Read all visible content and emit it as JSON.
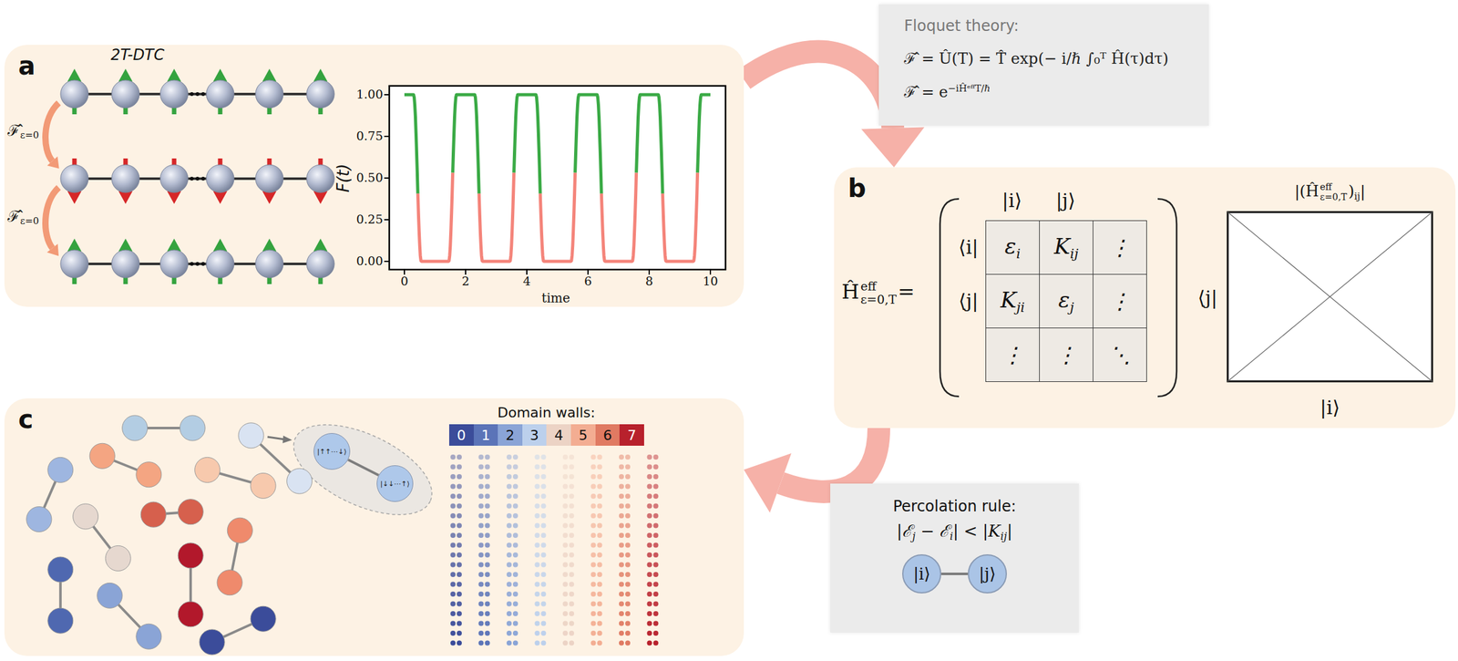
{
  "diagram": {
    "nodes": [
      {
        "text": [
          "a"
        ]
      },
      {
        "text": [
          "Floquet theory:",
          "ℱ̂ = Û(T) = T̂ exp(− i/ℏ ∫₀ᵀ Ĥ(τ)dτ)",
          "ℱ̂ = e",
          "−iĤᵉᶠᶠT/ℏ"
        ]
      },
      {
        "text": [
          "b"
        ]
      },
      {
        "text": [
          "ε",
          "i"
        ],
        "in": 2
      },
      {
        "text": [
          "K",
          "ij"
        ],
        "in": 2
      },
      {
        "text": [
          "⋮"
        ],
        "in": 2
      },
      {
        "text": [
          "K",
          "ji"
        ],
        "in": 2
      },
      {
        "text": [
          "ε",
          "j"
        ],
        "in": 2
      },
      {
        "text": [
          "⋮"
        ],
        "in": 2
      },
      {
        "text": [
          "⋮"
        ],
        "in": 2
      },
      {
        "text": [
          "⋮"
        ],
        "in": 2
      },
      {
        "text": [
          "⋱"
        ],
        "in": 2
      },
      {
        "text": [
          "c"
        ]
      },
      {
        "text": [
          "|↑↑⋯↓⟩"
        ],
        "in": 12
      },
      {
        "text": [
          "|↓↓⋯↑⟩"
        ],
        "in": 12
      },
      {
        "text": [
          "Percolation rule:",
          "|ℰ",
          "j",
          " − ℰ",
          "i",
          "| < |K",
          "ij",
          "|"
        ]
      },
      {
        "text": [
          "|i⟩"
        ],
        "in": 15
      },
      {
        "text": [
          "|j⟩"
        ],
        "in": 15
      }
    ],
    "edges": [
      {
        "from": 0,
        "to": 2,
        "arrow": "to"
      },
      {
        "from": 2,
        "to": 12,
        "arrow": "to"
      },
      {
        "from": 13,
        "to": 14,
        "arrow": "none"
      },
      {
        "from": 16,
        "to": 17,
        "arrow": "none"
      }
    ],
    "labels": [
      "2T-DTC",
      "ℱ̂",
      "ε=0",
      "ℱ̂",
      "ε=0",
      "1.00",
      "0.75",
      "0.50",
      "0.25",
      "0.00",
      "0",
      "2",
      "4",
      "6",
      "8",
      "10",
      "time",
      "F(t)",
      "Ĥ",
      "eff",
      "ε=0,T",
      "=",
      "|i⟩",
      "|j⟩",
      "⟨i|",
      "⟨j|",
      "|(Ĥ",
      "eff",
      "ε=0,T",
      ")",
      "ij",
      "|",
      "⟨j|",
      "|i⟩",
      "Domain walls:"
    ],
    "legend": [
      {
        "text": "0",
        "color": "#3b4c9a"
      },
      {
        "text": "1",
        "color": "#5b74b8"
      },
      {
        "text": "2",
        "color": "#8aa4d6"
      },
      {
        "text": "3",
        "color": "#bcd0ec"
      },
      {
        "text": "4",
        "color": "#ecd3c5"
      },
      {
        "text": "5",
        "color": "#f3ad92"
      },
      {
        "text": "6",
        "color": "#e07a62"
      },
      {
        "text": "7",
        "color": "#b8212c"
      }
    ]
  }
}
